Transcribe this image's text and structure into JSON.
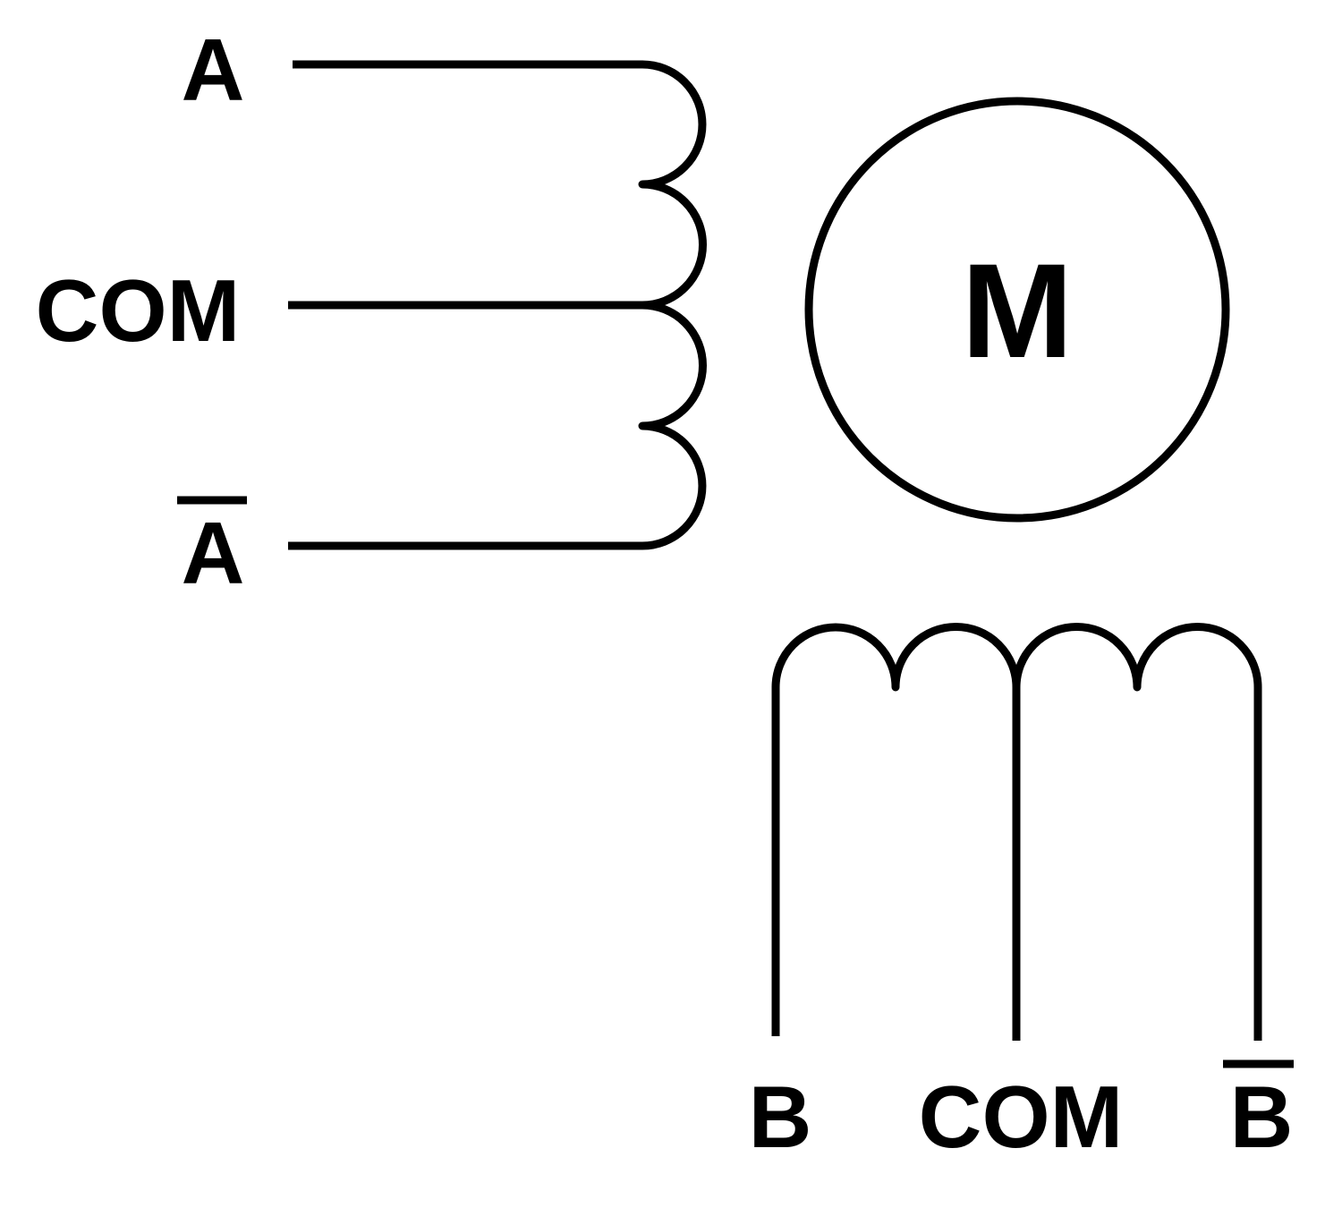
{
  "phase_a": {
    "terminal_a": "A",
    "terminal_com": "COM",
    "terminal_a_bar": "A"
  },
  "motor": {
    "label": "M"
  },
  "phase_b": {
    "terminal_b": "B",
    "terminal_com": "COM",
    "terminal_b_bar": "B"
  },
  "colors": {
    "stroke": "#000000",
    "background": "#ffffff"
  }
}
